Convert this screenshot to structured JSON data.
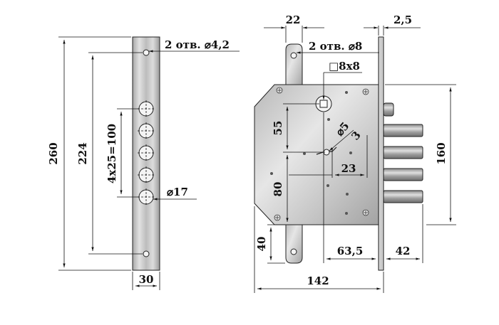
{
  "colors": {
    "background": "#ffffff",
    "metal_light": "#d9d9d9",
    "metal_dark": "#9a9a9a",
    "line": "#111111"
  },
  "faceplate": {
    "dim_height_total": "260",
    "dim_hole_spacing": "224",
    "dim_bolt_pitch": "4x25=100",
    "dim_width": "30",
    "note_mount_holes": "2 отв. ⌀4,2",
    "note_bolt_hole": "⌀17"
  },
  "lock_body": {
    "dim_tab_width": "22",
    "dim_plate_thickness": "2,5",
    "note_holes": "2 отв. ⌀8",
    "note_spindle": "□8x8",
    "dim_55": "55",
    "dim_80": "80",
    "dim_40": "40",
    "dim_phi5": "⌀5",
    "dim_3": "3",
    "dim_23": "23",
    "dim_160": "160",
    "dim_635": "63,5",
    "dim_42": "42",
    "dim_142": "142"
  }
}
